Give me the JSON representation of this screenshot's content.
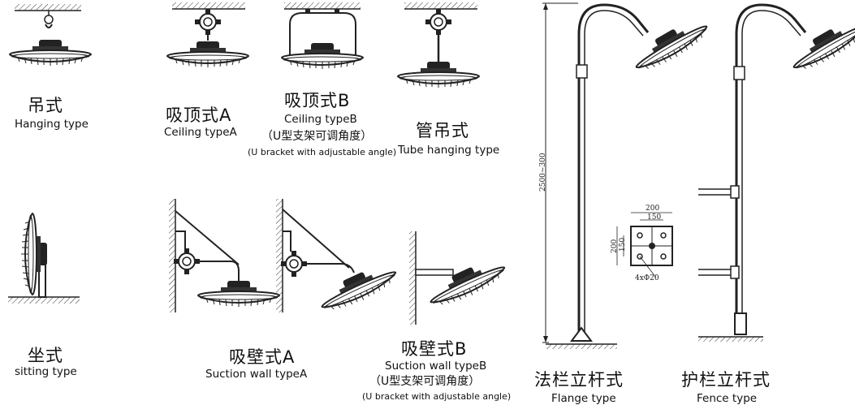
{
  "types": {
    "hanging": {
      "cn": "吊式",
      "en": "Hanging type"
    },
    "ceiling_a": {
      "cn": "吸顶式A",
      "en": "Ceiling typeA"
    },
    "ceiling_b": {
      "cn": "吸顶式B",
      "en": "Ceiling typeB",
      "note_cn": "（U型支架可调角度）",
      "note_en": "(U bracket with adjustable angle)"
    },
    "tube": {
      "cn": "管吊式",
      "en": "Tube hanging type"
    },
    "sitting": {
      "cn": "坐式",
      "en": "sitting type"
    },
    "wall_a": {
      "cn": "吸壁式A",
      "en": "Suction wall typeA"
    },
    "wall_b": {
      "cn": "吸壁式B",
      "en": "Suction wall typeB",
      "note_cn": "（U型支架可调角度）",
      "note_en": "(U bracket with adjustable angle)"
    },
    "flange": {
      "cn": "法栏立杆式",
      "en": "Flange type"
    },
    "fence": {
      "cn": "护栏立杆式",
      "en": "Fence type"
    }
  },
  "dimensions": {
    "pole_height": "2500~300",
    "plate_outer": "200",
    "plate_inner": "150",
    "plate_outer_v": "200",
    "plate_inner_v": "150",
    "holes": "4xΦ20"
  }
}
